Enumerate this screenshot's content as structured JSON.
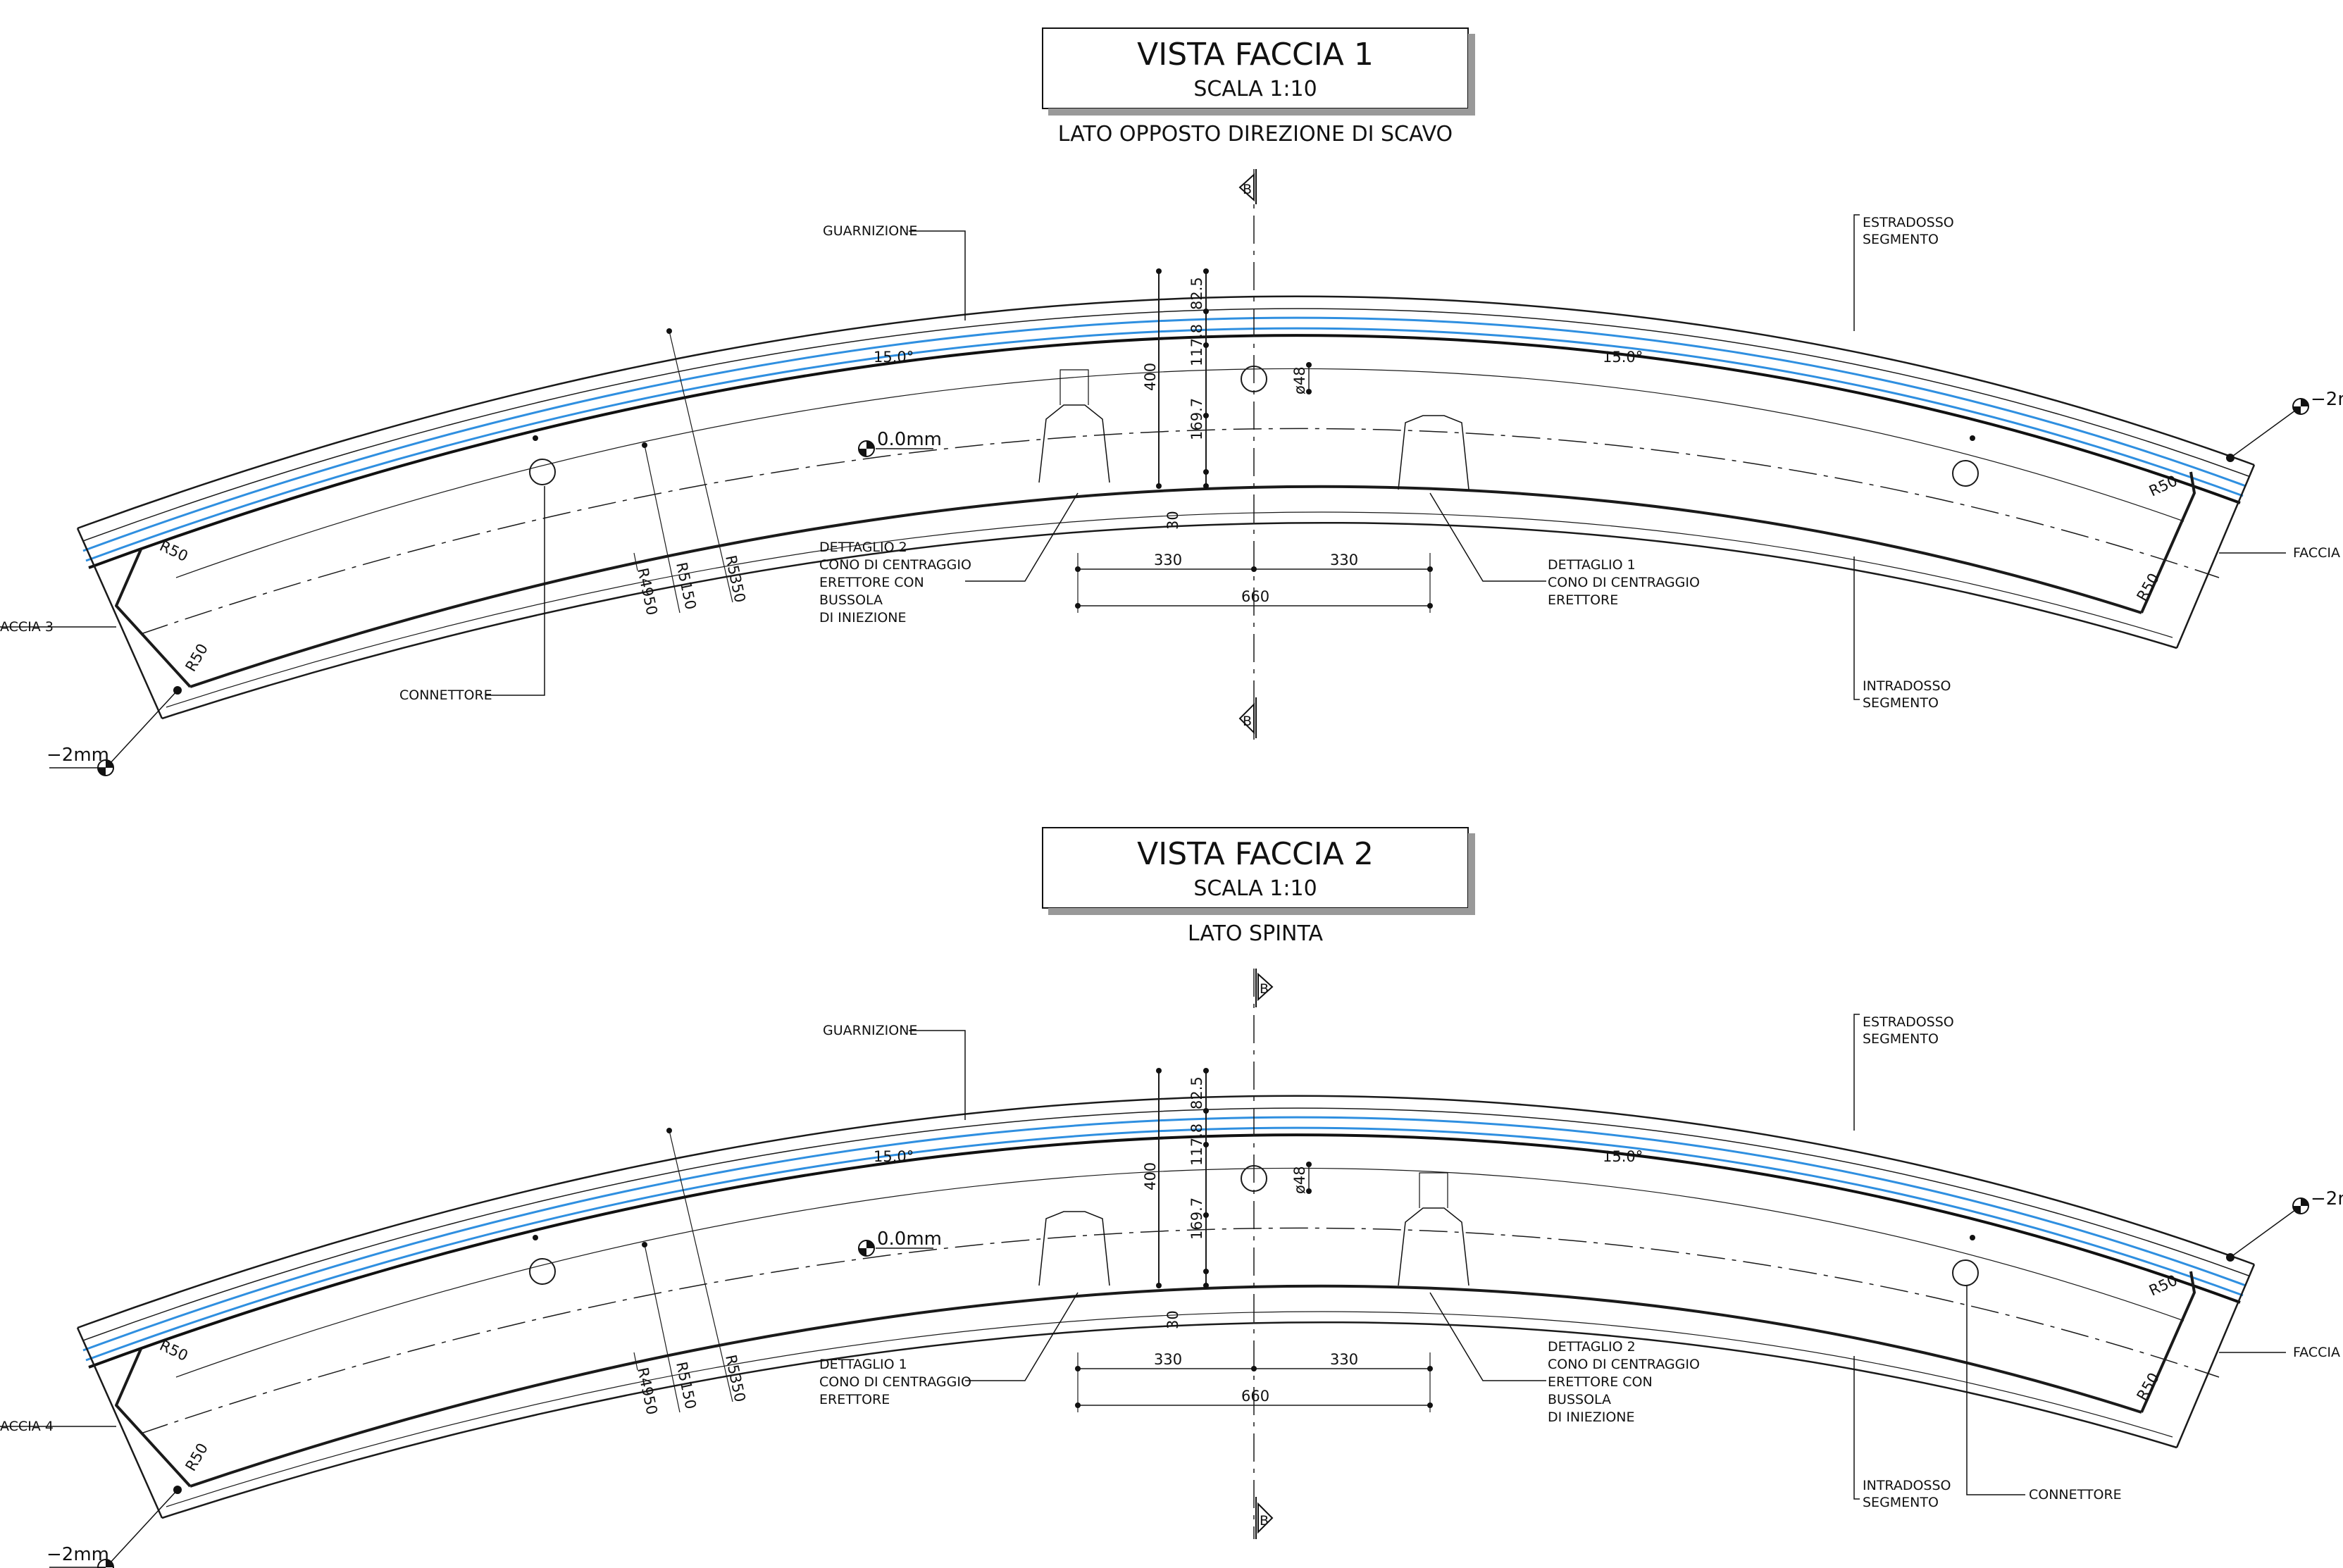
{
  "view1": {
    "title": "VISTA  FACCIA  1",
    "scale": "SCALA  1:10",
    "subtitle": "LATO  OPPOSTO  DIREZIONE  DI  SCAVO",
    "section_mark": "B",
    "labels": {
      "guarnizione": "GUARNIZIONE",
      "estradosso": [
        "ESTRADOSSO",
        "SEGMENTO"
      ],
      "intradosso": [
        "INTRADOSSO",
        "SEGMENTO"
      ],
      "connettore": "CONNETTORE",
      "left_detail": [
        "DETTAGLIO  2",
        "CONO  DI  CENTRAGGIO",
        "ERETTORE  CON",
        "BUSSOLA",
        "DI  INIEZIONE"
      ],
      "right_detail": [
        "DETTAGLIO  1",
        "CONO  DI  CENTRAGGIO",
        "ERETTORE"
      ],
      "faccia_left": "ACCIA  3",
      "faccia_right": "FACCIA",
      "tol_left": "−2mm",
      "tol_right": "−2m",
      "level": "0.0mm"
    }
  },
  "view2": {
    "title": "VISTA  FACCIA  2",
    "scale": "SCALA  1:10",
    "subtitle": "LATO  SPINTA",
    "section_mark": "B",
    "labels": {
      "guarnizione": "GUARNIZIONE",
      "estradosso": [
        "ESTRADOSSO",
        "SEGMENTO"
      ],
      "intradosso": [
        "INTRADOSSO",
        "SEGMENTO"
      ],
      "connettore": "CONNETTORE",
      "left_detail": [
        "DETTAGLIO  1",
        "CONO  DI  CENTRAGGIO",
        "ERETTORE"
      ],
      "right_detail": [
        "DETTAGLIO  2",
        "CONO  DI  CENTRAGGIO",
        "ERETTORE  CON",
        "BUSSOLA",
        "DI  INIEZIONE"
      ],
      "faccia_left": "ACCIA  4",
      "faccia_right": "FACCIA",
      "tol_left": "−2mm",
      "tol_right": "−2m",
      "level": "0.0mm"
    }
  },
  "dimensions": {
    "angle_left": "15.0°",
    "angle_right": "15.0°",
    "thickness_top": "82.5",
    "thickness_mid": "117.8",
    "thickness_low": "169.7",
    "thickness_total": "400",
    "thickness_bottom": "30",
    "hole_diameter": "ø48",
    "half_width_left": "330",
    "half_width_right": "330",
    "total_width": "660",
    "radius_inner": "R4950",
    "radius_mid": "R5150",
    "radius_outer": "R5350",
    "corner_radius": "R50"
  },
  "colors": {
    "line": "#1a1a1a",
    "gasket": "#2f8fe0"
  }
}
